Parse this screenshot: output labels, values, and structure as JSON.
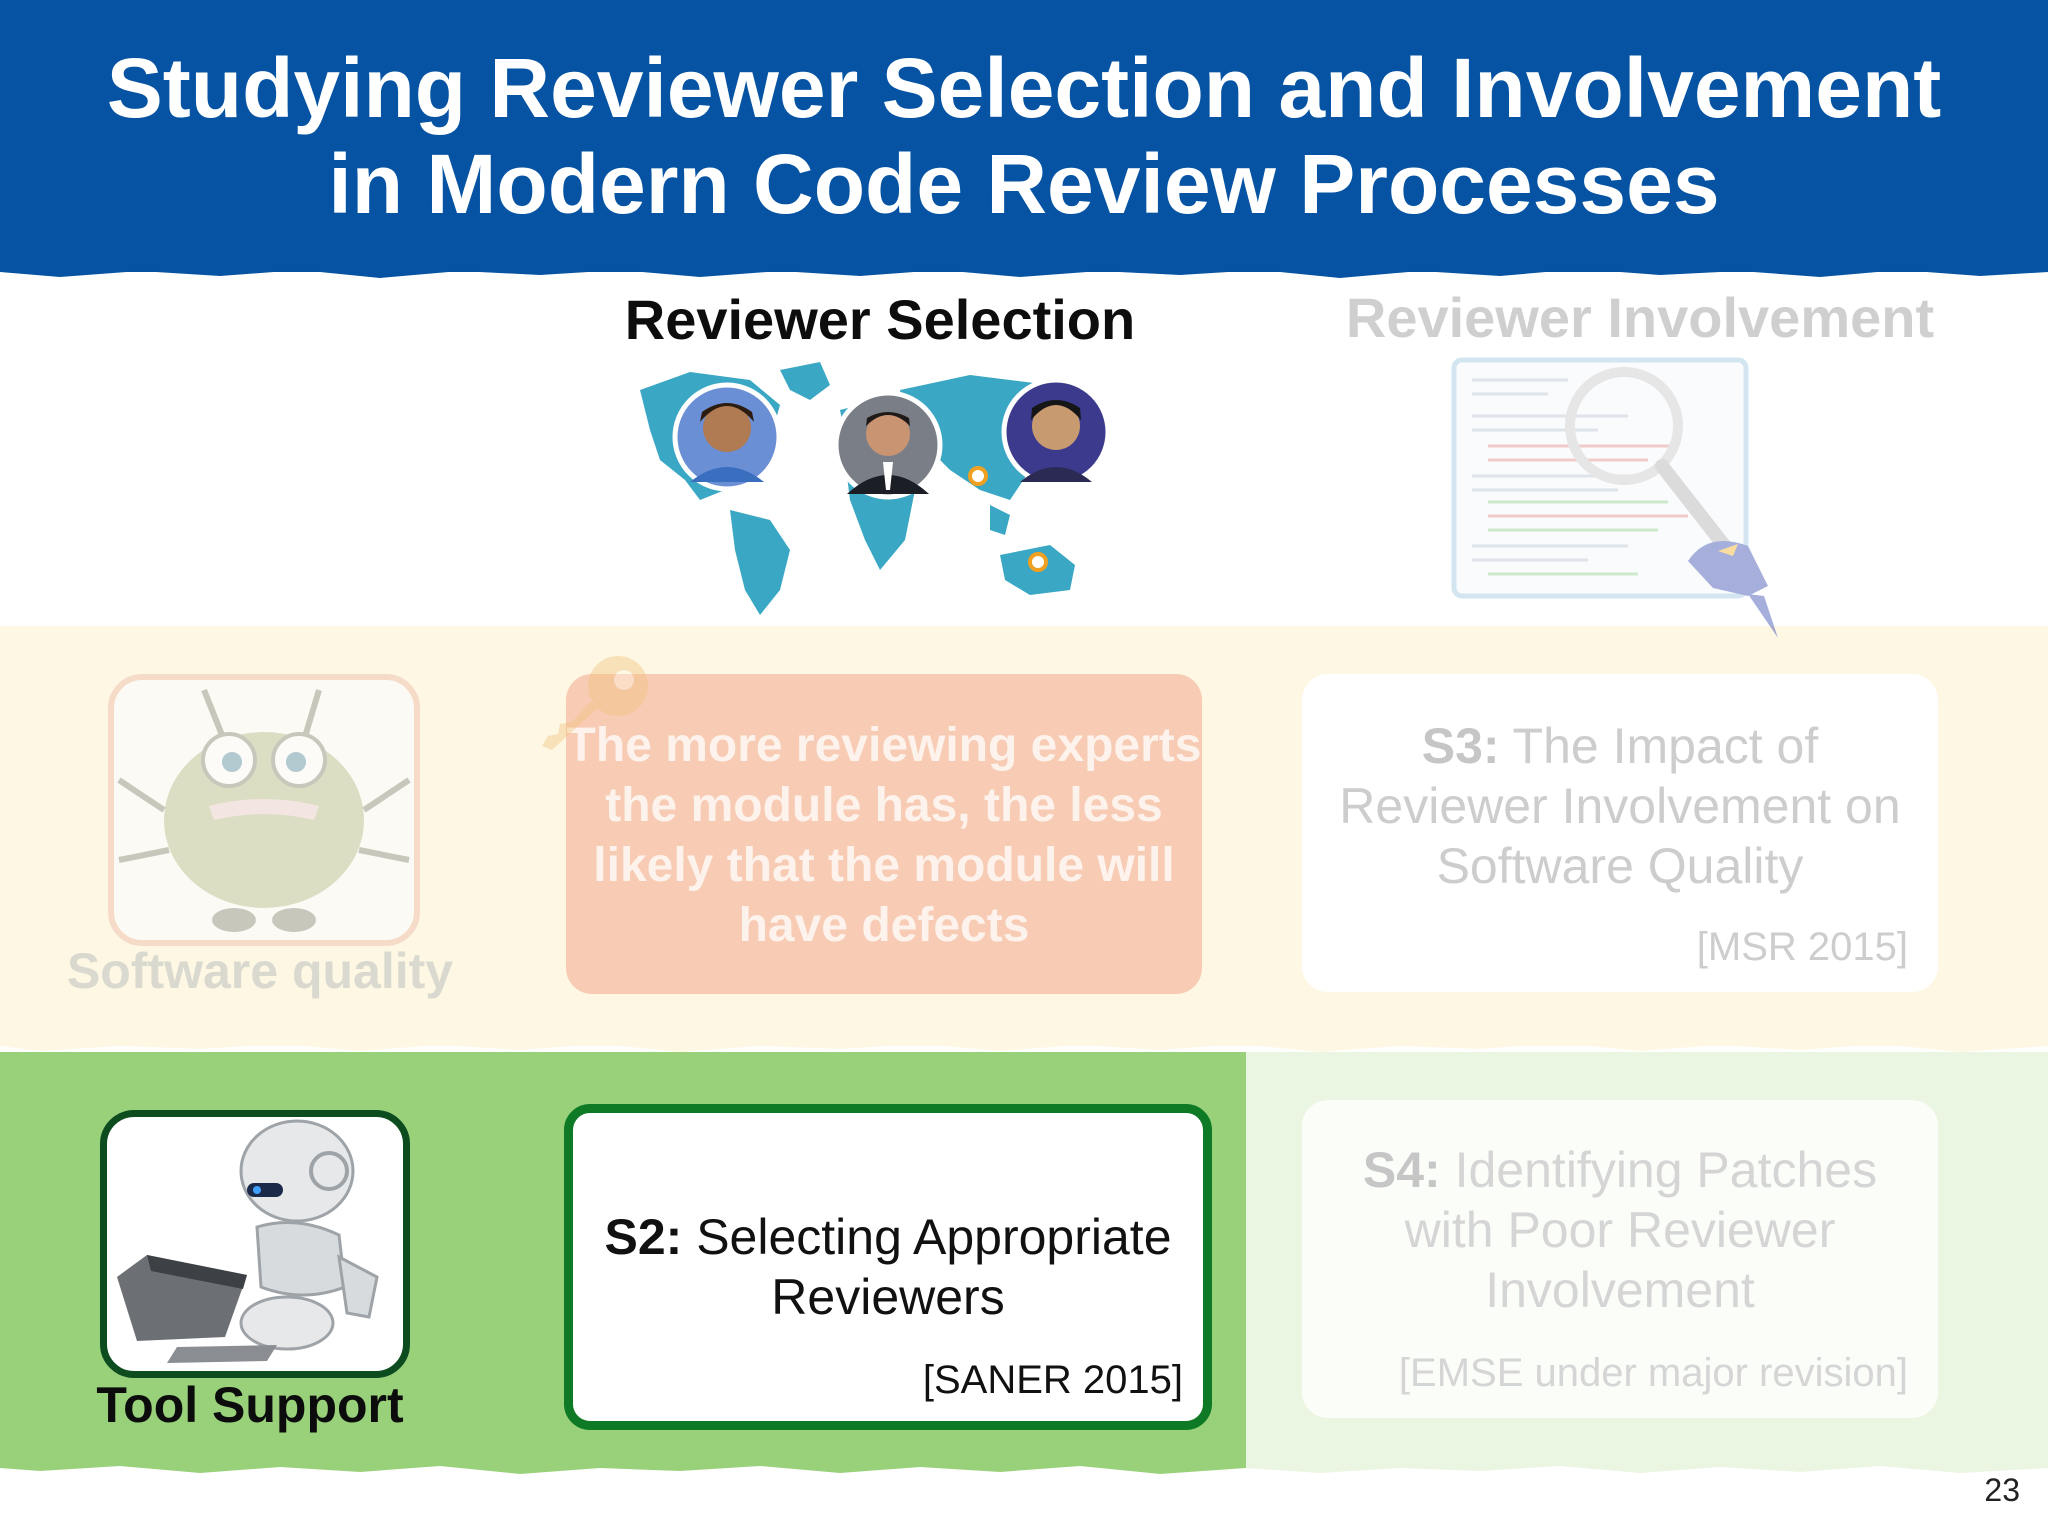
{
  "header": {
    "title_line1": "Studying Reviewer Selection and Involvement",
    "title_line2": "in Modern Code Review Processes"
  },
  "columns": {
    "selection_title": "Reviewer Selection",
    "involvement_title": "Reviewer Involvement"
  },
  "rows": {
    "software_quality_label": "Software quality",
    "tool_support_label": "Tool Support"
  },
  "finding": {
    "text": "The more reviewing experts the module has, the less likely that the module will have defects"
  },
  "studies": {
    "s2": {
      "id": "S2:",
      "line1": "Selecting Appropriate",
      "line2": "Reviewers",
      "ref": "[SANER 2015]"
    },
    "s3": {
      "id": "S3:",
      "line1": "The Impact of",
      "line2": "Reviewer Involvement on",
      "line3": "Software Quality",
      "ref": "[MSR 2015]"
    },
    "s4": {
      "id": "S4:",
      "line1": "Identifying Patches",
      "line2": "with Poor Reviewer",
      "line3": "Involvement",
      "ref": "[EMSE under major revision]"
    }
  },
  "page_number": "23",
  "colors": {
    "header_blue": "#0553a2",
    "band_yellow": "#fdf7e4",
    "band_green": "#99d17a",
    "s2_border": "#0e7a25",
    "map_teal": "#3aa7c4"
  },
  "icons": [
    "world-map-icon",
    "magnifier-code-icon",
    "bug-icon",
    "robot-laptop-icon",
    "key-icon"
  ]
}
